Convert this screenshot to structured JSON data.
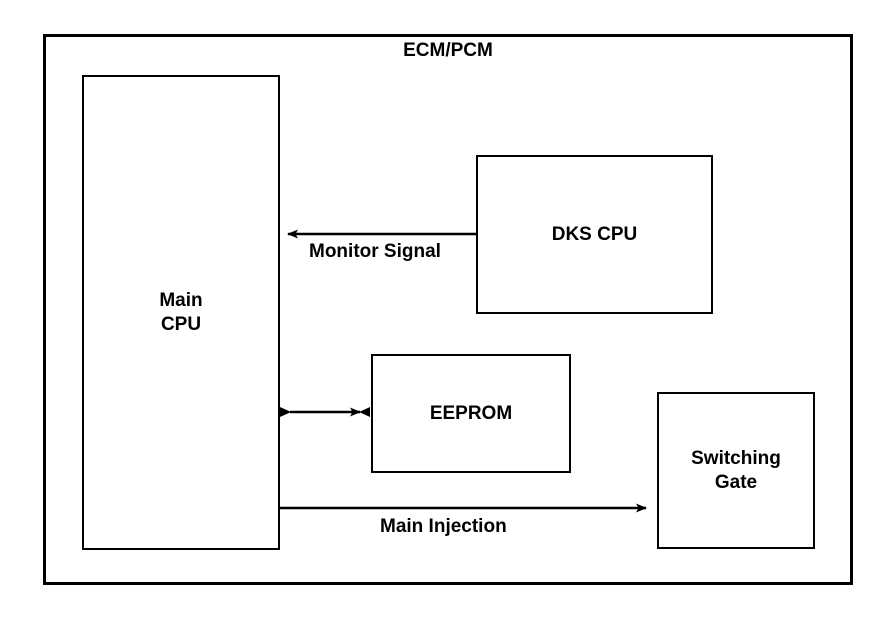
{
  "diagram": {
    "title": "ECM/PCM",
    "type": "block-diagram",
    "nodes": [
      {
        "id": "main-cpu",
        "label": "Main\nCPU",
        "shape": "rectangle"
      },
      {
        "id": "dks-cpu",
        "label": "DKS CPU",
        "shape": "rectangle"
      },
      {
        "id": "eeprom",
        "label": "EEPROM",
        "shape": "rectangle"
      },
      {
        "id": "switching-gate",
        "label": "Switching\nGate",
        "shape": "rectangle"
      }
    ],
    "edges": [
      {
        "id": "monitor-signal",
        "label": "Monitor Signal",
        "from": "dks-cpu",
        "to": "main-cpu",
        "direction": "single",
        "arrowhead": "left"
      },
      {
        "id": "eeprom-bus",
        "label": "",
        "from": "main-cpu",
        "to": "eeprom",
        "direction": "bidirectional",
        "arrowhead": "both"
      },
      {
        "id": "main-injection",
        "label": "Main Injection",
        "from": "main-cpu",
        "to": "switching-gate",
        "direction": "single",
        "arrowhead": "right"
      }
    ],
    "colors": {
      "stroke": "#000000",
      "fill": "#ffffff",
      "text": "#000000"
    }
  }
}
